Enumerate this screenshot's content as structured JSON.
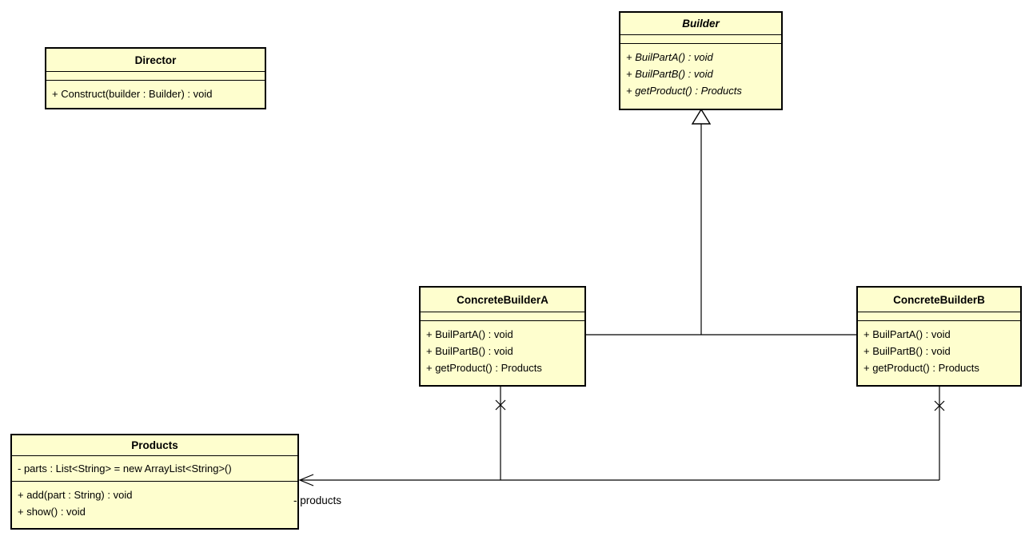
{
  "colors": {
    "class_fill": "#FEFECE",
    "border": "#000000",
    "background": "#FFFFFF",
    "text": "#000000"
  },
  "classes": {
    "director": {
      "name": "Director",
      "attributes": [],
      "methods": [
        "+ Construct(builder : Builder) : void"
      ]
    },
    "builder": {
      "name": "Builder",
      "abstract": true,
      "attributes": [],
      "methods": [
        "+ BuilPartA() : void",
        "+ BuilPartB() : void",
        "+ getProduct() : Products"
      ]
    },
    "concrete_builder_a": {
      "name": "ConcreteBuilderA",
      "attributes": [],
      "methods": [
        "+ BuilPartA() : void",
        "+ BuilPartB() : void",
        "+ getProduct() : Products"
      ]
    },
    "concrete_builder_b": {
      "name": "ConcreteBuilderB",
      "attributes": [],
      "methods": [
        "+ BuilPartA() : void",
        "+ BuilPartB() : void",
        "+ getProduct() : Products"
      ]
    },
    "products": {
      "name": "Products",
      "attributes": [
        "- parts : List<String> = new ArrayList<String>()"
      ],
      "methods": [
        "+ add(part : String) : void",
        "+ show() : void"
      ]
    }
  },
  "edges": {
    "generalization": {
      "type": "generalization",
      "from": [
        "ConcreteBuilderA",
        "ConcreteBuilderB"
      ],
      "to": "Builder"
    },
    "association": {
      "type": "directed-association",
      "from": [
        "ConcreteBuilderA",
        "ConcreteBuilderB"
      ],
      "to": "Products",
      "label": "- products",
      "source_adornment": "x"
    }
  }
}
